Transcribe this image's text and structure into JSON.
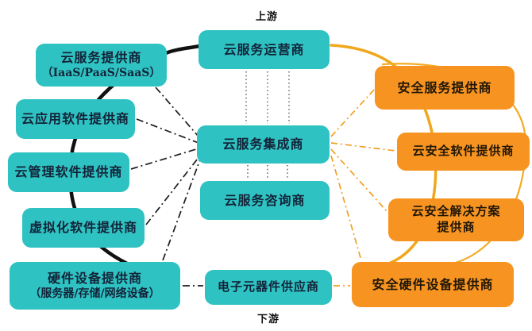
{
  "diagram": {
    "title_hint": "cloud-computing industry chain map",
    "top_label": "上游",
    "bottom_label": "下游",
    "colors": {
      "teal_box": "#2fc2c2",
      "orange_box": "#f79421",
      "black_arc": "#111111",
      "orange_arc": "#f0a71c",
      "dash_black": "#1c1c1c",
      "dash_orange": "#f59d1e",
      "dotted_gray": "#4a4a4a"
    },
    "nodes": {
      "cloud_provider": {
        "line1": "云服务提供商",
        "line2": "（IaaS/PaaS/SaaS）"
      },
      "cloud_app_software": {
        "label": "云应用软件提供商"
      },
      "cloud_mgmt_software": {
        "label": "云管理软件提供商"
      },
      "virtualization_software": {
        "label": "虚拟化软件提供商"
      },
      "hardware_provider": {
        "line1": "硬件设备提供商",
        "line2": "（服务器/存储/网络设备）"
      },
      "cloud_operator": {
        "label": "云服务运营商"
      },
      "cloud_integrator": {
        "label": "云服务集成商"
      },
      "cloud_consultant": {
        "label": "云服务咨询商"
      },
      "component_supplier": {
        "label": "电子元器件供应商"
      },
      "security_service": {
        "label": "安全服务提供商"
      },
      "cloud_security_software": {
        "label": "云安全软件提供商"
      },
      "security_solution": {
        "line1": "云安全解决方案",
        "line2": "提供商"
      },
      "security_hardware": {
        "label": "安全硬件设备提供商"
      }
    }
  }
}
